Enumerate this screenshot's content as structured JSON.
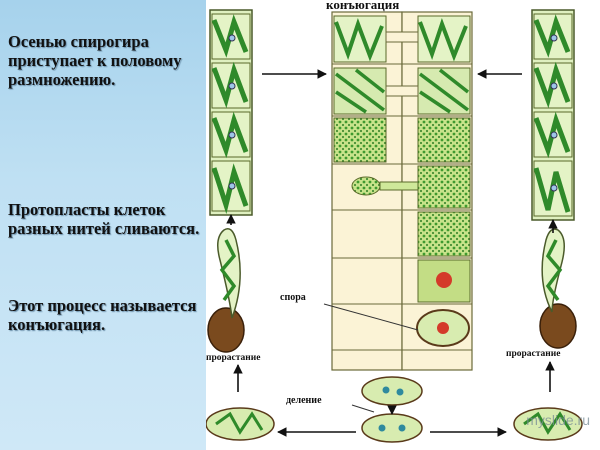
{
  "paragraphs": [
    "Осенью спирогира приступает к половому размножению.",
    "Протопласты клеток разных нитей сливаются.",
    "Этот процесс называется конъюгация."
  ],
  "labels": {
    "conjugation": "конъюгация",
    "spore": "спора",
    "germination_left": "прорастание",
    "germination_right": "прорастание",
    "division": "деление"
  },
  "watermark": "myslide.ru",
  "colors": {
    "cell_green": "#2f8a2a",
    "cell_fill": "#d9ecb0",
    "spiral": "#1d6b1d",
    "zygote_brown": "#7a4a1e",
    "spore_core": "#d43a2a",
    "filament_wall": "#8a7a3a"
  }
}
